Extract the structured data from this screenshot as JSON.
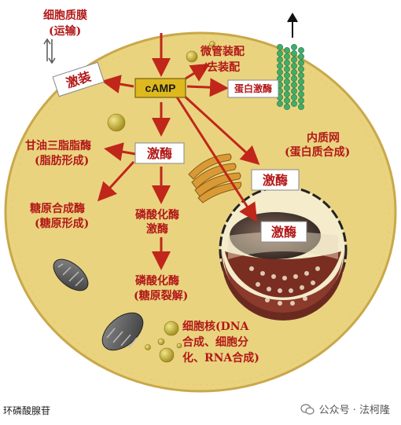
{
  "labels": {
    "plasma_membrane": "细胞质膜",
    "transport": "(运输)",
    "camp": "cAMP",
    "activate": "激装",
    "microtubule_1": "微管装配",
    "microtubule_2": "/去装配",
    "protein_enzyme": "蛋白激酶",
    "kinase_center": "激酶",
    "triglyceride_1": "甘油三脂脂酶",
    "triglyceride_2": "(脂肪形成)",
    "er_1": "内质网",
    "er_2": "(蛋白质合成)",
    "kinase_er": "激酶",
    "glycogen_syn_1": "糖原合成酶",
    "glycogen_syn_2": "(糖原形成)",
    "phosphorylase_kinase_1": "磷酸化酶",
    "phosphorylase_kinase_2": "激酶",
    "kinase_nucleus": "激酶",
    "phosphorylase_1": "磷酸化酶",
    "phosphorylase_2": "(糖原裂解)",
    "nucleus_1": "细胞核(DNA",
    "nucleus_2": "合成、细胞分",
    "nucleus_3": "化、RNA合成)"
  },
  "caption": "环磷酸腺苷",
  "watermark": "公众号 · 法柯隆",
  "colors": {
    "cell_fill": "#e9d37f",
    "arrow": "#c0261a",
    "text": "#b21818",
    "camp_box": "#ddb81e"
  }
}
